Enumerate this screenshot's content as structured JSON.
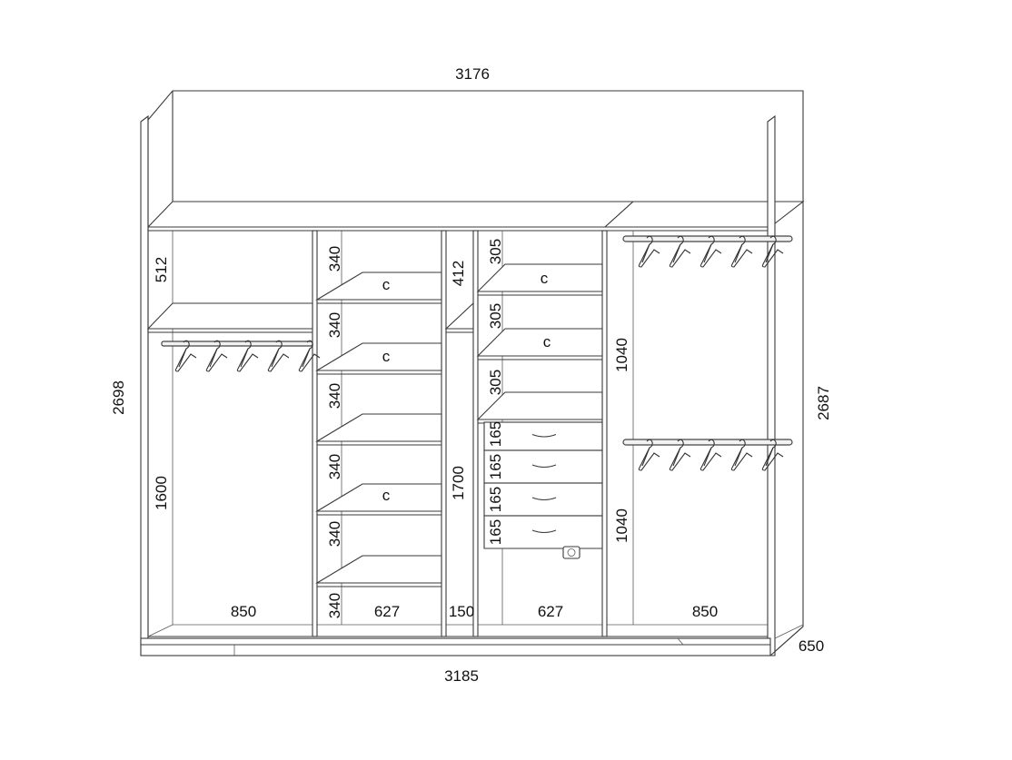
{
  "labels": {
    "top_width": "3176",
    "bottom_width": "3185",
    "left_height": "2698",
    "right_height": "2687",
    "depth": "650",
    "sec1_top": "512",
    "sec1_bottom": "1600",
    "sec1_width": "850",
    "sec2_shelf_1": "340",
    "sec2_shelf_2": "340",
    "sec2_shelf_3": "340",
    "sec2_shelf_4": "340",
    "sec2_shelf_5": "340",
    "sec2_shelf_6": "340",
    "sec2_width": "627",
    "sec3_top": "412",
    "sec3_bottom": "1700",
    "sec3_width": "150",
    "sec4_shelf_1": "305",
    "sec4_shelf_2": "305",
    "sec4_shelf_3": "305",
    "sec4_drawer_1": "165",
    "sec4_drawer_2": "165",
    "sec4_drawer_3": "165",
    "sec4_drawer_4": "165",
    "sec4_width": "627",
    "sec5_top": "1040",
    "sec5_bottom": "1040",
    "sec5_width": "850",
    "shelf_mark_1": "c",
    "shelf_mark_2": "c",
    "shelf_mark_3": "c",
    "shelf_mark_4": "c",
    "shelf_mark_5": "c"
  }
}
